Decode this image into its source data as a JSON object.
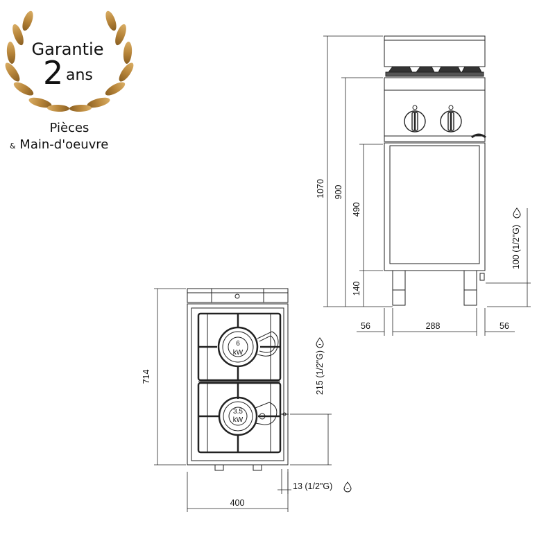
{
  "badge": {
    "line1": "Garantie",
    "big": "2",
    "small": "ans",
    "sub1": "Pièces",
    "sub2_amp": "&",
    "sub2_rest": " Main-d'oeuvre"
  },
  "top_view": {
    "burner_top_l1": "6",
    "burner_top_l2": "kW",
    "burner_bottom_l1": "3.5",
    "burner_bottom_l2": "kW",
    "dim_depth": "714",
    "dim_width": "400",
    "dim_gas_side": "215 (1/2\"G)",
    "dim_gas_bottom": "13 (1/2\"G)"
  },
  "side_view": {
    "dim_total_height": "1070",
    "dim_work_height": "900",
    "dim_cabinet": "490",
    "dim_legs": "140",
    "dim_gas_height": "100 (1/2\"G)",
    "dim_left": "56",
    "dim_center": "288",
    "dim_right": "56"
  },
  "colors": {
    "badge_gold": "#b8863b",
    "line": "#222222"
  }
}
